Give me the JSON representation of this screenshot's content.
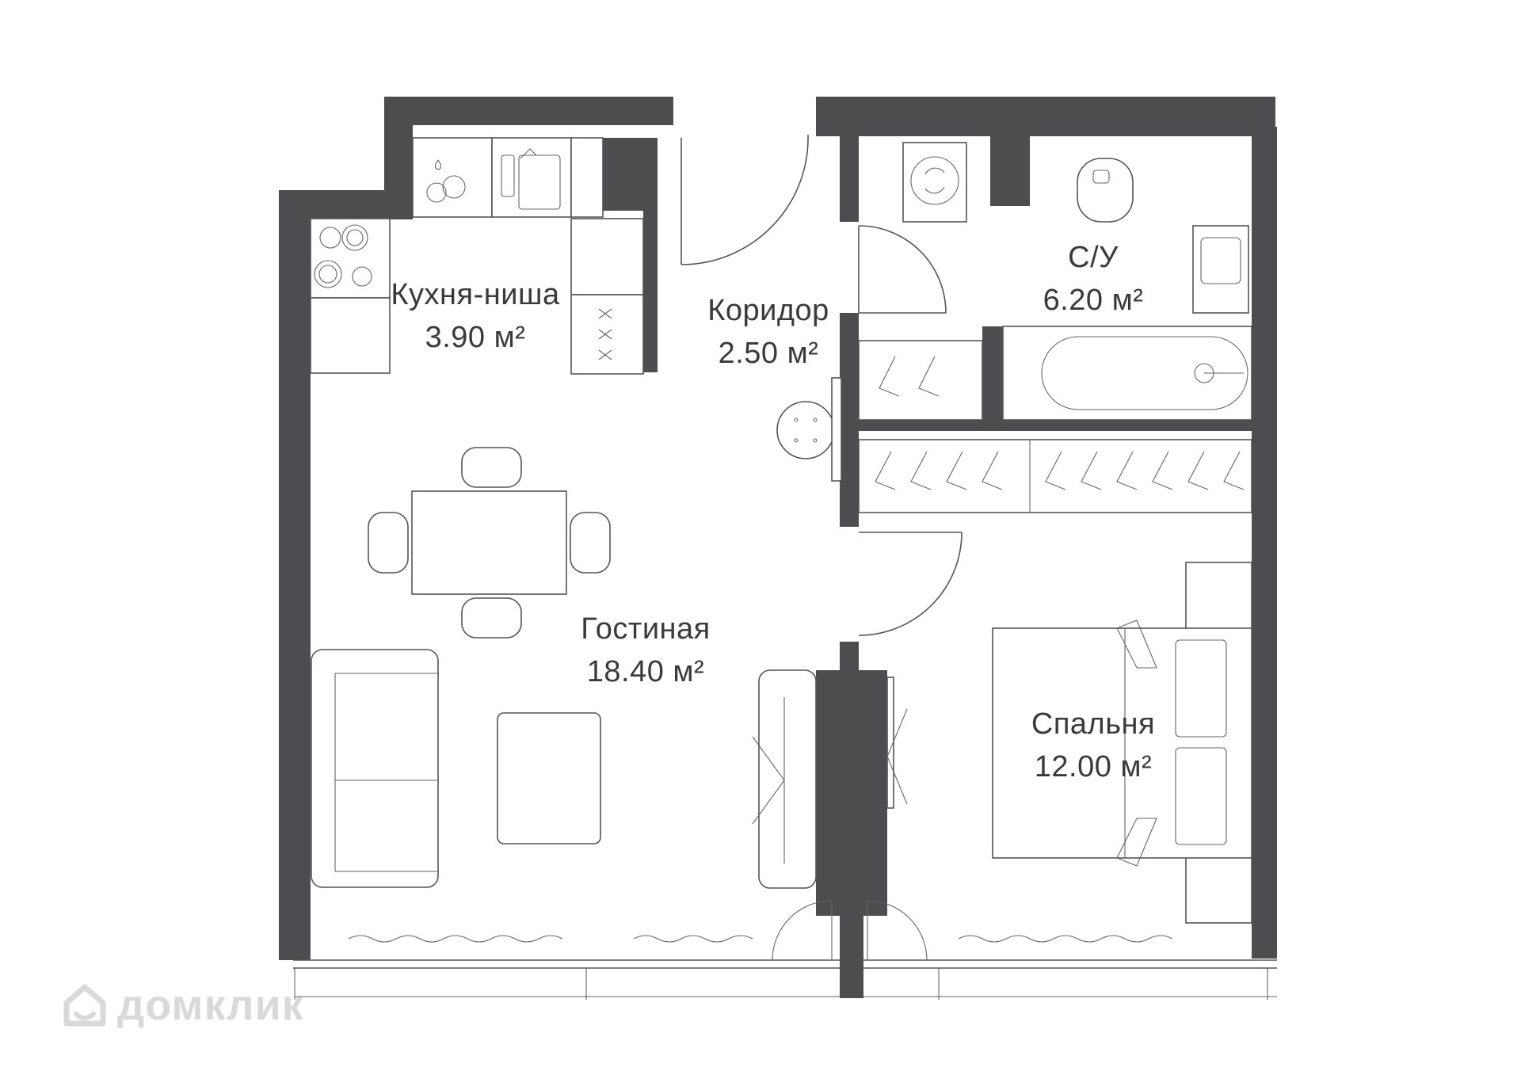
{
  "rooms": [
    {
      "id": "kitchen",
      "name": "Кухня-ниша",
      "area": "3.90 м²"
    },
    {
      "id": "corridor",
      "name": "Коридор",
      "area": "2.50 м²"
    },
    {
      "id": "bathroom",
      "name": "С/У",
      "area": "6.20 м²"
    },
    {
      "id": "living",
      "name": "Гостиная",
      "area": "18.40 м²"
    },
    {
      "id": "bedroom",
      "name": "Спальня",
      "area": "12.00 м²"
    }
  ],
  "watermark": {
    "text": "домклик",
    "icon": "house-logo-icon"
  },
  "colors": {
    "wall": "#4d4d4f",
    "line": "#555555",
    "label": "#3a3a3c",
    "watermark": "#d9d9d9"
  }
}
